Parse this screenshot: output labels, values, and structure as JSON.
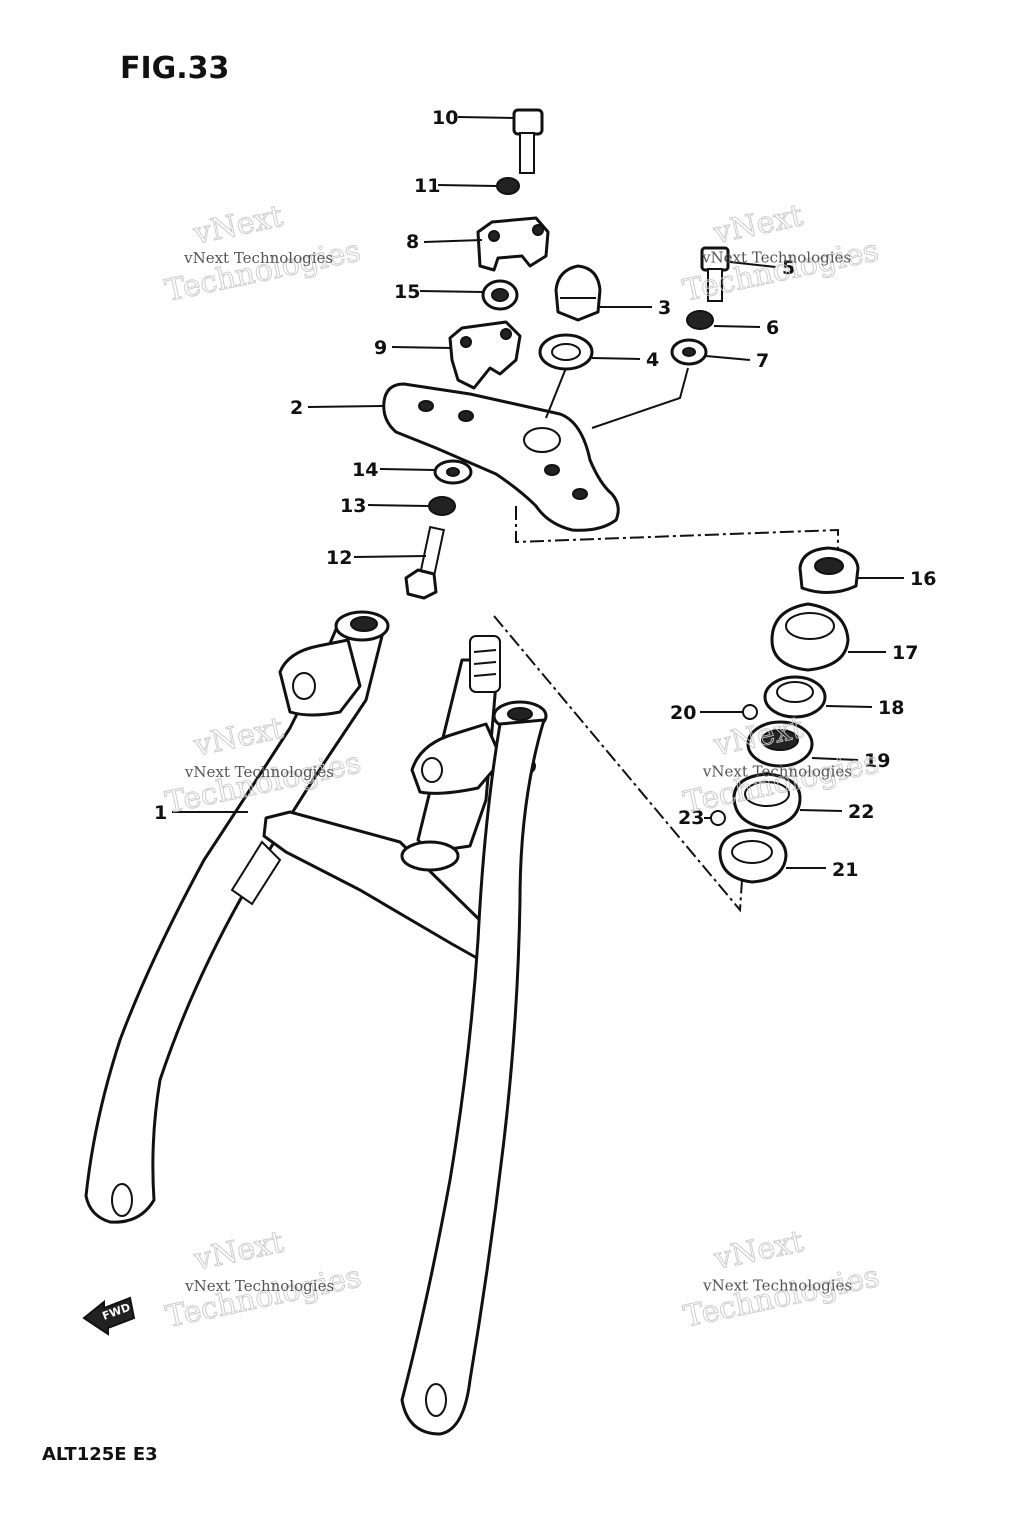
{
  "figure": {
    "title": "FIG.33",
    "model": "ALT125E E3"
  },
  "fwd_label": "FWD",
  "watermark": {
    "line_small": "vNext Technologies",
    "line_big_1": "vNext",
    "line_big_2": "Technologies"
  },
  "callouts": {
    "c1": "1",
    "c2": "2",
    "c3": "3",
    "c4": "4",
    "c5": "5",
    "c6": "6",
    "c7": "7",
    "c8": "8",
    "c9": "9",
    "c10": "10",
    "c11": "11",
    "c12": "12",
    "c13": "13",
    "c14": "14",
    "c15": "15",
    "c16": "16",
    "c17": "17",
    "c18": "18",
    "c19": "19",
    "c20": "20",
    "c21": "21",
    "c22": "22",
    "c23": "23"
  }
}
